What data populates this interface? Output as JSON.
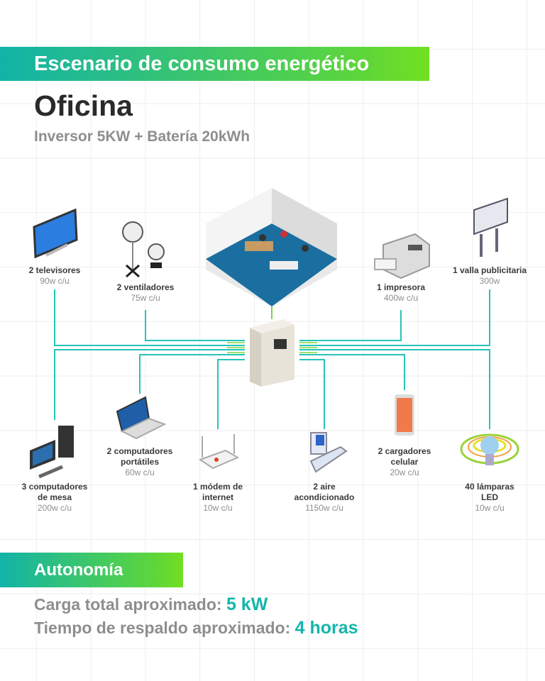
{
  "header": {
    "banner": "Escenario de consumo energético",
    "title": "Oficina",
    "subtitle": "Inversor 5KW + Batería 20kWh"
  },
  "devices": [
    {
      "name": "2 televisores",
      "power": "90w c/u",
      "icon": "tv-icon"
    },
    {
      "name": "2 ventiladores",
      "power": "75w c/u",
      "icon": "fan-icon"
    },
    {
      "name": "1 impresora",
      "power": "400w c/u",
      "icon": "printer-icon"
    },
    {
      "name": "1 valla publicitaria",
      "power": "300w",
      "icon": "billboard-icon"
    },
    {
      "name": "3 computadores de mesa",
      "power": "200w c/u",
      "icon": "desktop-computer-icon"
    },
    {
      "name": "2 computadores portátiles",
      "power": "60w c/u",
      "icon": "laptop-icon"
    },
    {
      "name": "1 módem de internet",
      "power": "10w c/u",
      "icon": "modem-icon"
    },
    {
      "name": "2 aire acondicionado",
      "power": "1150w c/u",
      "icon": "air-conditioner-icon"
    },
    {
      "name": "2 cargadores celular",
      "power": "20w c/u",
      "icon": "phone-charger-icon"
    },
    {
      "name": "40 lámparas LED",
      "power": "10w c/u",
      "icon": "led-bulb-icon"
    }
  ],
  "autonomy": {
    "banner": "Autonomía",
    "load_label": "Carga total aproximado:",
    "load_value": "5 kW",
    "time_label": "Tiempo de respaldo aproximado:",
    "time_value": "4 horas"
  },
  "colors": {
    "teal": "#14b5ab",
    "green": "#6fdc2a"
  }
}
